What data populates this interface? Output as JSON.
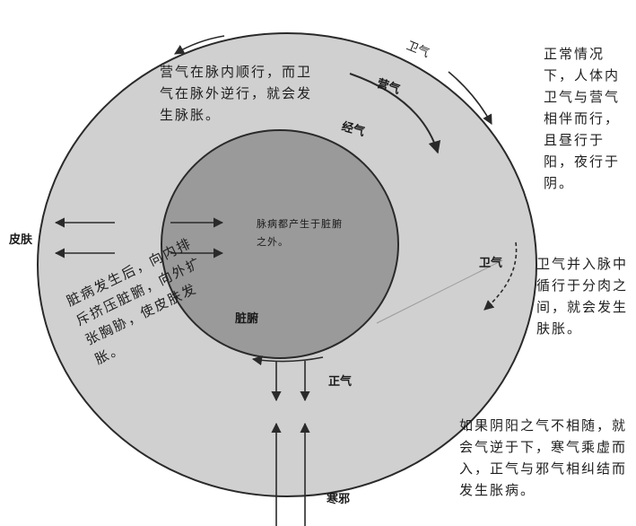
{
  "labels": {
    "wei_qi_top": "卫气",
    "ying_qi": "营气",
    "jing_qi": "经气",
    "pi_fu": "皮肤",
    "wei_qi_right": "卫气",
    "zang_fu": "脏腑",
    "zheng_qi": "正气",
    "han_xie": "寒邪",
    "inner_note": "脉病都产生于脏腑之外。"
  },
  "notes": {
    "top_left": "营气在脉内顺行，而卫气在脉外逆行，就会发生脉胀。",
    "top_right": "正常情况下，人体内卫气与营气相伴而行，且昼行于阳，夜行于阴。",
    "mid_right": "卫气并入脉中循行于分肉之间，就会发生肤胀。",
    "left_rotated": "脏病发生后，向内排斥挤压脏腑，向外扩张胸胁，使皮肤发胀。",
    "bottom_right": "如果阴阳之气不相随，就会气逆于下，寒气乘虚而入，正气与邪气相纠结而发生胀病。"
  },
  "colors": {
    "outer_fill": "#d0d0d0",
    "inner_fill": "#9a9a9a",
    "stroke": "#2a2a2a"
  }
}
